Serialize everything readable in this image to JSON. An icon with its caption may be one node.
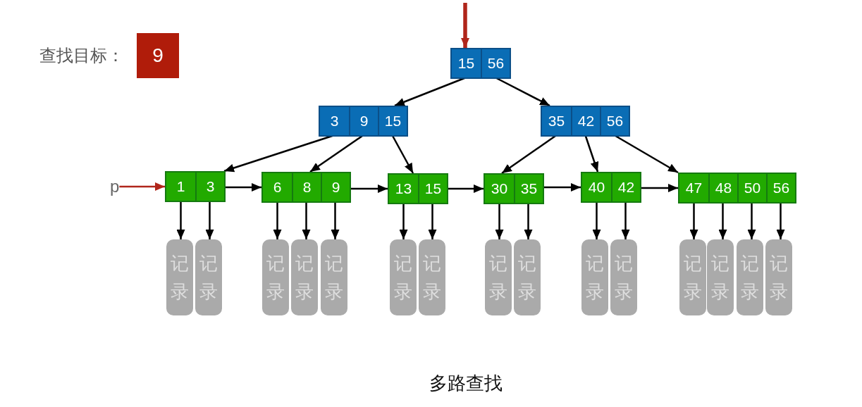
{
  "diagram": {
    "caption": "多路查找",
    "nodes": [
      {
        "text": [
          "9"
        ],
        "beside": [
          "查找目标："
        ]
      },
      {
        "text": [],
        "shape": "box"
      },
      {
        "text": [
          "15"
        ],
        "in": 1
      },
      {
        "text": [
          "56"
        ],
        "in": 1
      },
      {
        "text": [],
        "shape": "box"
      },
      {
        "text": [
          "3"
        ],
        "in": 4
      },
      {
        "text": [
          "9"
        ],
        "in": 4
      },
      {
        "text": [
          "15"
        ],
        "in": 4
      },
      {
        "text": [],
        "shape": "box"
      },
      {
        "text": [
          "35"
        ],
        "in": 8
      },
      {
        "text": [
          "42"
        ],
        "in": 8
      },
      {
        "text": [
          "56"
        ],
        "in": 8
      },
      {
        "text": [],
        "shape": "box"
      },
      {
        "text": [
          "1"
        ],
        "in": 12
      },
      {
        "text": [
          "3"
        ],
        "in": 12
      },
      {
        "text": [],
        "shape": "box"
      },
      {
        "text": [
          "6"
        ],
        "in": 15
      },
      {
        "text": [
          "8"
        ],
        "in": 15
      },
      {
        "text": [
          "9"
        ],
        "in": 15
      },
      {
        "text": [],
        "shape": "box"
      },
      {
        "text": [
          "13"
        ],
        "in": 19
      },
      {
        "text": [
          "15"
        ],
        "in": 19
      },
      {
        "text": [],
        "shape": "box"
      },
      {
        "text": [
          "30"
        ],
        "in": 22
      },
      {
        "text": [
          "35"
        ],
        "in": 22
      },
      {
        "text": [],
        "shape": "box"
      },
      {
        "text": [
          "40"
        ],
        "in": 25
      },
      {
        "text": [
          "42"
        ],
        "in": 25
      },
      {
        "text": [],
        "shape": "box"
      },
      {
        "text": [
          "47"
        ],
        "in": 28
      },
      {
        "text": [
          "48"
        ],
        "in": 28
      },
      {
        "text": [
          "50"
        ],
        "in": 28
      },
      {
        "text": [
          "56"
        ],
        "in": 28
      },
      {
        "text": [
          "p"
        ]
      },
      {
        "text": [
          "记录"
        ]
      },
      {
        "text": [
          "记录"
        ]
      },
      {
        "text": [
          "记录"
        ]
      },
      {
        "text": [
          "记录"
        ]
      },
      {
        "text": [
          "记录"
        ]
      },
      {
        "text": [
          "记录"
        ]
      },
      {
        "text": [
          "记录"
        ]
      },
      {
        "text": [
          "记录"
        ]
      },
      {
        "text": [
          "记录"
        ]
      },
      {
        "text": [
          "记录"
        ]
      },
      {
        "text": [
          "记录"
        ]
      },
      {
        "text": [
          "记录"
        ]
      },
      {
        "text": [
          "记录"
        ]
      },
      {
        "text": [
          "记录"
        ]
      },
      {
        "text": [
          "记录"
        ]
      }
    ],
    "edges": [
      {
        "from": null,
        "to": 1,
        "arrow": "to",
        "style": "thick",
        "color": "#b0261b"
      },
      {
        "from": 2,
        "to": 4,
        "arrow": "to"
      },
      {
        "from": 3,
        "to": 8,
        "arrow": "to"
      },
      {
        "from": 5,
        "to": 12,
        "arrow": "to"
      },
      {
        "from": 6,
        "to": 15,
        "arrow": "to"
      },
      {
        "from": 7,
        "to": 19,
        "arrow": "to"
      },
      {
        "from": 9,
        "to": 22,
        "arrow": "to"
      },
      {
        "from": 10,
        "to": 25,
        "arrow": "to"
      },
      {
        "from": 11,
        "to": 28,
        "arrow": "to"
      },
      {
        "from": 33,
        "to": 12,
        "arrow": "to",
        "color": "#b0261b"
      },
      {
        "from": 12,
        "to": 15,
        "arrow": "to"
      },
      {
        "from": 15,
        "to": 19,
        "arrow": "to"
      },
      {
        "from": 19,
        "to": 22,
        "arrow": "to"
      },
      {
        "from": 22,
        "to": 25,
        "arrow": "to"
      },
      {
        "from": 25,
        "to": 28,
        "arrow": "to"
      },
      {
        "from": 13,
        "to": 34,
        "arrow": "to"
      },
      {
        "from": 14,
        "to": 35,
        "arrow": "to"
      },
      {
        "from": 16,
        "to": 36,
        "arrow": "to"
      },
      {
        "from": 17,
        "to": 37,
        "arrow": "to"
      },
      {
        "from": 18,
        "to": 38,
        "arrow": "to"
      },
      {
        "from": 20,
        "to": 39,
        "arrow": "to"
      },
      {
        "from": 21,
        "to": 40,
        "arrow": "to"
      },
      {
        "from": 23,
        "to": 41,
        "arrow": "to"
      },
      {
        "from": 24,
        "to": 42,
        "arrow": "to"
      },
      {
        "from": 26,
        "to": 43,
        "arrow": "to"
      },
      {
        "from": 27,
        "to": 44,
        "arrow": "to"
      },
      {
        "from": 29,
        "to": 45,
        "arrow": "to"
      },
      {
        "from": 30,
        "to": 46,
        "arrow": "to"
      },
      {
        "from": 31,
        "to": 47,
        "arrow": "to"
      },
      {
        "from": 32,
        "to": 48,
        "arrow": "to"
      }
    ]
  }
}
